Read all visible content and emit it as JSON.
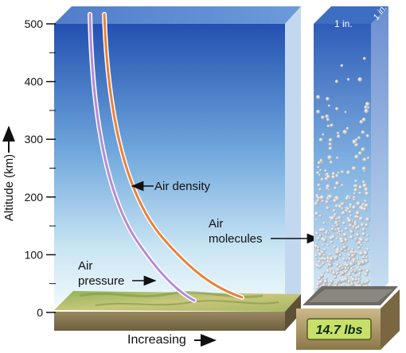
{
  "y_axis": {
    "label": "Altitude (km)",
    "ticks": [
      "500",
      "400",
      "300",
      "200",
      "100",
      "0"
    ],
    "tick_values": [
      500,
      400,
      300,
      200,
      100,
      0
    ]
  },
  "x_axis": {
    "label": "Increasing"
  },
  "curves": [
    {
      "name": "Air density",
      "color": "#e9803a",
      "label": "Air density"
    },
    {
      "name": "Air pressure",
      "color": "#b48ad8",
      "label_lines": [
        "Air",
        "pressure"
      ]
    }
  ],
  "column": {
    "dimension_labels": [
      "1 in.",
      "1 in."
    ],
    "molecules_label_lines": [
      "Air",
      "molecules"
    ],
    "scale_reading": "14.7 lbs"
  },
  "colors": {
    "sky_top": "#2a5ab8",
    "sky_bottom": "#e8f4fa",
    "ground": "#8a7a52",
    "scale_display": "#c8e06a"
  }
}
